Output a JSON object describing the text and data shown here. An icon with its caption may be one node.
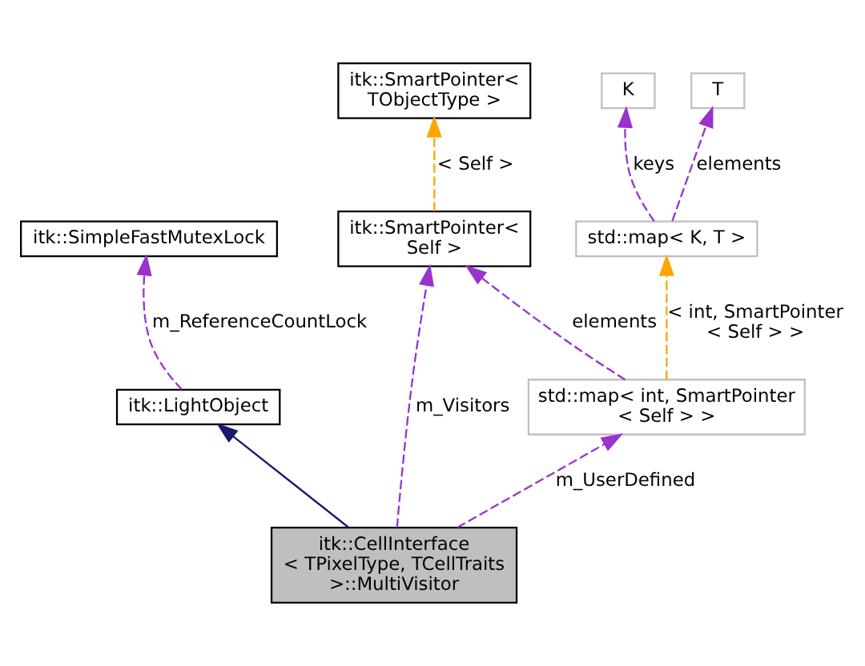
{
  "diagram": {
    "nodes": [
      {
        "text": [
          "itk::SmartPointer< TObjectType >"
        ]
      },
      {
        "text": [
          "K"
        ]
      },
      {
        "text": [
          "T"
        ]
      },
      {
        "text": [
          "itk::SimpleFastMutexLock"
        ]
      },
      {
        "text": [
          "itk::SmartPointer< Self >"
        ]
      },
      {
        "text": [
          "std::map< K, T >"
        ]
      },
      {
        "text": [
          "itk::LightObject"
        ]
      },
      {
        "text": [
          "std::map< int, SmartPointer < Self > >"
        ]
      },
      {
        "text": [
          "itk::CellInterface < TPixelType, TCellTraits >::MultiVisitor"
        ]
      }
    ],
    "edges": [
      {
        "from": 4,
        "to": 0,
        "arrow": "to",
        "label": "< Self >",
        "style": "dashed",
        "color": "#ffa500"
      },
      {
        "from": 5,
        "to": 1,
        "arrow": "to",
        "label": "keys",
        "style": "dashed"
      },
      {
        "from": 5,
        "to": 2,
        "arrow": "to",
        "label": "elements",
        "style": "dashed"
      },
      {
        "from": 6,
        "to": 3,
        "arrow": "to",
        "label": "m_ReferenceCountLock",
        "style": "dashed"
      },
      {
        "from": 7,
        "to": 5,
        "arrow": "to",
        "label": "< int, SmartPointer < Self > >",
        "style": "dashed",
        "color": "#ffa500"
      },
      {
        "from": 7,
        "to": 4,
        "arrow": "to",
        "label": "elements",
        "style": "dashed"
      },
      {
        "from": 8,
        "to": 6,
        "arrow": "to",
        "color": "#191970"
      },
      {
        "from": 8,
        "to": 4,
        "arrow": "to",
        "label": "m_Visitors",
        "style": "dashed"
      },
      {
        "from": 8,
        "to": 7,
        "arrow": "to",
        "label": "m_UserDefined",
        "style": "dashed"
      }
    ]
  }
}
